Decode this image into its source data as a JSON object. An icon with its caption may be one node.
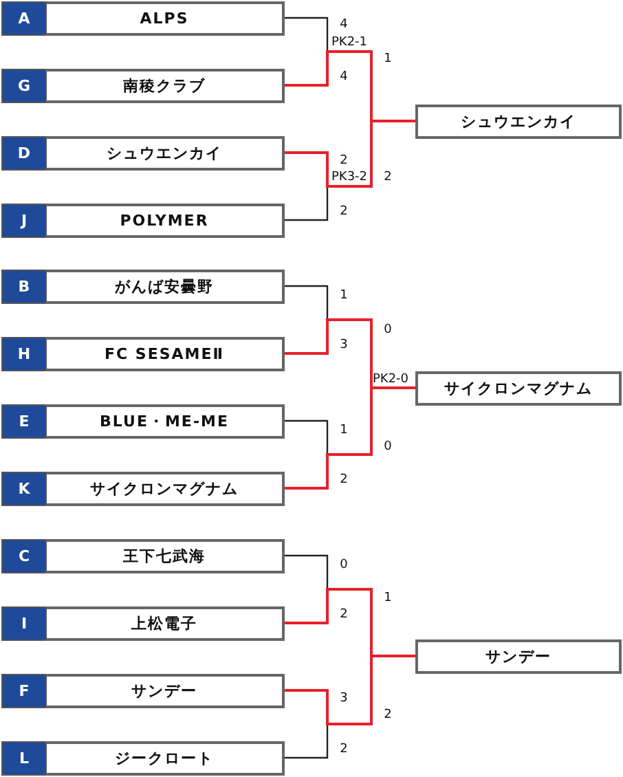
{
  "diagram": {
    "nodes": [
      {
        "text": [
          "A",
          "ALPS"
        ]
      },
      {
        "text": [
          "G",
          "南稜クラブ"
        ]
      },
      {
        "text": [
          "D",
          "シュウエンカイ"
        ]
      },
      {
        "text": [
          "J",
          "POLYMER"
        ]
      },
      {
        "text": [
          "シュウエンカイ"
        ]
      },
      {
        "text": [
          "B",
          "がんば安曇野"
        ]
      },
      {
        "text": [
          "H",
          "FC SESAMEⅡ"
        ]
      },
      {
        "text": [
          "E",
          "BLUE・ME-ME"
        ]
      },
      {
        "text": [
          "K",
          "サイクロンマグナム"
        ]
      },
      {
        "text": [
          "サイクロンマグナム"
        ]
      },
      {
        "text": [
          "C",
          "王下七武海"
        ]
      },
      {
        "text": [
          "I",
          "上松電子"
        ]
      },
      {
        "text": [
          "F",
          "サンデー"
        ]
      },
      {
        "text": [
          "L",
          "ジークロート"
        ]
      },
      {
        "text": [
          "サンデー"
        ]
      }
    ],
    "edges": [
      {
        "from": 0,
        "to": 4,
        "arrow": "none"
      },
      {
        "from": 1,
        "to": 4,
        "arrow": "none",
        "color": "#e8202a"
      },
      {
        "from": 2,
        "to": 4,
        "arrow": "none",
        "color": "#e8202a"
      },
      {
        "from": 3,
        "to": 4,
        "arrow": "none"
      },
      {
        "from": 5,
        "to": 9,
        "arrow": "none"
      },
      {
        "from": 6,
        "to": 9,
        "arrow": "none",
        "color": "#e8202a"
      },
      {
        "from": 7,
        "to": 9,
        "arrow": "none"
      },
      {
        "from": 8,
        "to": 9,
        "arrow": "none",
        "color": "#e8202a"
      },
      {
        "from": 10,
        "to": 14,
        "arrow": "none"
      },
      {
        "from": 11,
        "to": 14,
        "arrow": "none",
        "color": "#e8202a"
      },
      {
        "from": 12,
        "to": 14,
        "arrow": "none",
        "color": "#e8202a"
      },
      {
        "from": 13,
        "to": 14,
        "arrow": "none"
      }
    ],
    "labels": [
      "4",
      "PK2-1",
      "1",
      "4",
      "2",
      "PK3-2",
      "2",
      "2",
      "1",
      "0",
      "3",
      "PK2-0",
      "1",
      "0",
      "2",
      "0",
      "1",
      "2",
      "3",
      "2",
      "2"
    ]
  }
}
